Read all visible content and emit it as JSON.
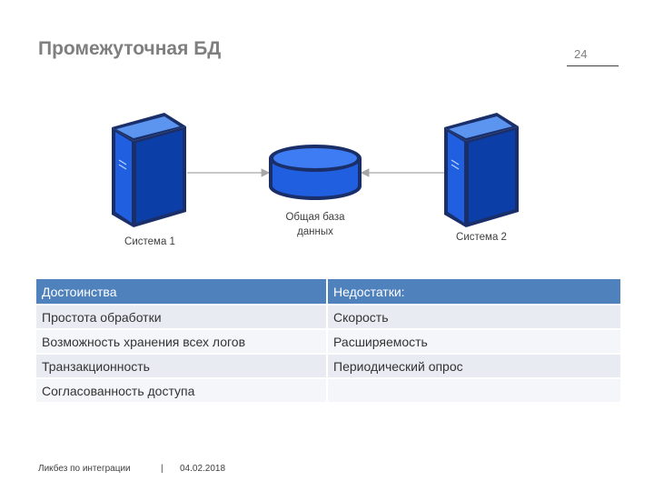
{
  "slide": {
    "title": "Промежуточная БД",
    "page_number": "24"
  },
  "diagram": {
    "system1_label": "Система 1",
    "system2_label": "Система 2",
    "db_label_line1": "Общая база",
    "db_label_line2": "данных",
    "colors": {
      "server_front": "#1f5fe0",
      "server_side": "#0c3ea8",
      "server_top": "#5b95f0",
      "outline": "#1a2f6a",
      "arrow": "#a6a6a6"
    }
  },
  "table": {
    "headers": [
      "Достоинства",
      "Недостатки:"
    ],
    "rows": [
      [
        "Простота обработки",
        "Скорость"
      ],
      [
        "Возможность хранения всех логов",
        "Расширяемость"
      ],
      [
        "Транзакционность",
        "Периодический опрос"
      ],
      [
        "Согласованность доступа",
        ""
      ]
    ],
    "header_color": "#4f81bd"
  },
  "footer": {
    "left": "Ликбез по интеграции",
    "separator": "|",
    "date": "04.02.2018"
  }
}
